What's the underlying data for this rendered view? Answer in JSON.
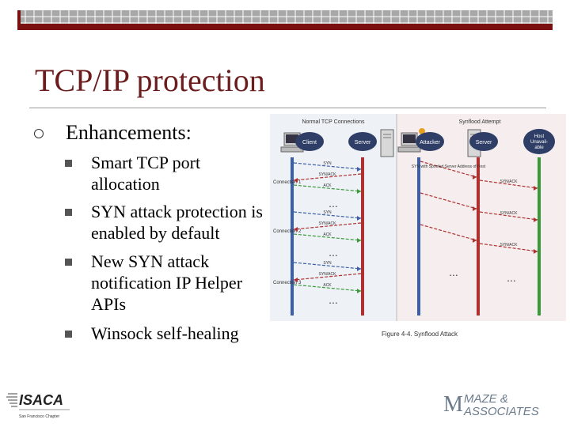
{
  "slide": {
    "title": "TCP/IP protection",
    "main_bullet": "Enhancements:",
    "sub_bullets": [
      "Smart TCP port allocation",
      "SYN attack protection is enabled by default",
      "New SYN attack notification IP Helper APIs",
      "Winsock self-healing"
    ]
  },
  "diagram": {
    "left_title": "Normal TCP Connections",
    "right_title": "Synflood Attempt",
    "nodes": [
      "Client",
      "Server",
      "Attacker",
      "Server",
      "Host Unavail- able"
    ],
    "connections": [
      "Connection 1",
      "Connection 2",
      "Connection 3"
    ],
    "messages": [
      "SYN",
      "SYN/ACK",
      "ACK"
    ],
    "spoof_text": "SYN with Spoofed Server Address of Host",
    "caption": "Figure 4-4. Synflood Attack"
  },
  "logos": {
    "isaca": "ISACA",
    "isaca_sub": "San Francisco Chapter",
    "maze_line1": "MAZE &",
    "maze_line2": "ASSOCIATES"
  },
  "colors": {
    "title": "#6b1c1c",
    "topbar": "#9a9a9a",
    "topbar_accent": "#7a1010",
    "client_line": "#3b5fa8",
    "server_line": "#b03030",
    "host_line": "#3a9a3a",
    "maze": "#6b7b8c"
  }
}
